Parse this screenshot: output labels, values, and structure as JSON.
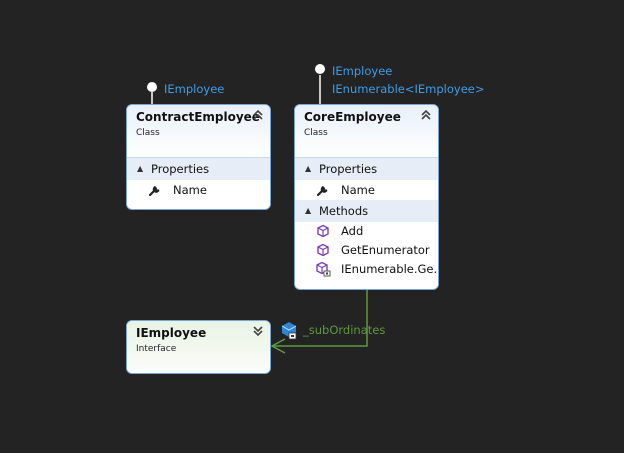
{
  "diagram": {
    "lollipops": {
      "contract": [
        "IEmployee"
      ],
      "core": [
        "IEmployee",
        "IEnumerable<IEmployee>"
      ]
    },
    "contract_employee": {
      "title": "ContractEmployee",
      "stereotype": "Class",
      "properties_label": "Properties",
      "properties": [
        "Name"
      ]
    },
    "core_employee": {
      "title": "CoreEmployee",
      "stereotype": "Class",
      "properties_label": "Properties",
      "properties": [
        "Name"
      ],
      "methods_label": "Methods",
      "methods": [
        "Add",
        "GetEnumerator",
        "IEnumerable.Ge..."
      ]
    },
    "iemployee": {
      "title": "IEmployee",
      "stereotype": "Interface"
    },
    "association": {
      "label": "_subOrdinates"
    }
  },
  "colors": {
    "background": "#232323",
    "interface_label": "#3c9dea",
    "association": "#5d9a3e",
    "box_border": "#7aa6d6",
    "method_icon": "#7b3fb5"
  },
  "icons": {
    "property": "wrench-icon",
    "method": "cube-icon",
    "private_method": "locked-cube-icon",
    "collapse": "double-chevron-up-icon",
    "expand": "double-chevron-down-icon",
    "association_field": "field-lock-icon"
  }
}
